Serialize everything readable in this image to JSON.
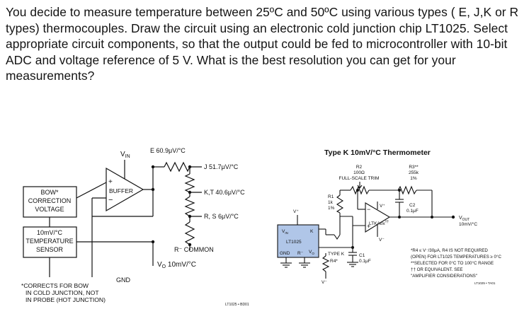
{
  "question": {
    "text": "You decide to measure temperature  between 25ºC and 50ºC using various types ( E, J,K or R types) thermocouples. Draw the circuit using an electronic cold junction chip LT1025. Select appropriate circuit components, so that the output could be fed to microcontroller with 10-bit ADC and voltage reference of 5 V. What is the best resolution you can get for your measurements?"
  },
  "left_figure": {
    "vin_label": "V",
    "vin_sub": "IN",
    "buffer_label": "BUFFER",
    "plus": "+",
    "minus": "−",
    "bow_box": [
      "BOW*",
      "CORRECTION",
      "VOLTAGE"
    ],
    "sensor_box": [
      "10mV/°C",
      "TEMPERATURE",
      "SENSOR"
    ],
    "tap_e": "E 60.9μV/°C",
    "tap_j": "J 51.7μV/°C",
    "tap_kt": "K,T 40.6μV/°C",
    "tap_rs": "R, S 6μV/°C",
    "r_common": "R⁻ COMMON",
    "vo_label": "V",
    "vo_sub": "O",
    "vo_rest": " 10mV/°C",
    "gnd": "GND",
    "footnote": [
      "*CORRECTS FOR BOW",
      "IN COLD JUNCTION, NOT",
      "IN PROBE (HOT JUNCTION)"
    ],
    "footnote_italic": "COLD JUNCTION",
    "fig_id": "LT1025 • BD01"
  },
  "right_figure": {
    "title": "Type K 10mV/°C Thermometer",
    "r2": [
      "R2",
      "100Ω",
      "FULL-SCALE TRIM"
    ],
    "r3": [
      "R3**",
      "255k",
      "1%"
    ],
    "r1": [
      "R1",
      "1k",
      "1%"
    ],
    "vplus_left": "V⁺",
    "vplus_amp": "V⁺",
    "c2": [
      "C2",
      "0.1μF"
    ],
    "ic": [
      "V",
      "IN",
      "K",
      "LT1025",
      "GND",
      "R⁻",
      "V",
      "O"
    ],
    "amp_label": "LTKA0x",
    "amp_sup": "††",
    "vout": [
      "V",
      "OUT",
      "10mV/°C"
    ],
    "type_k": "TYPE K",
    "c1": [
      "C1",
      "0.1μF"
    ],
    "r4": "R4*",
    "vminus_amp": "V⁻",
    "vminus_bottom": "V⁻",
    "notes": [
      "*R4 ≤ V⁻/30μA, R4 IS NOT REQUIRED",
      "(OPEN) FOR LT1025 TEMPERATURES ≥ 0°C",
      "**SELECTED FOR 0°C TO 100°C RANGE",
      "†† OR EQUIVALENT. SEE",
      "\"AMPLIFIER CONSIDERATIONS\""
    ],
    "fig_id": "LT1025 • TA01"
  }
}
